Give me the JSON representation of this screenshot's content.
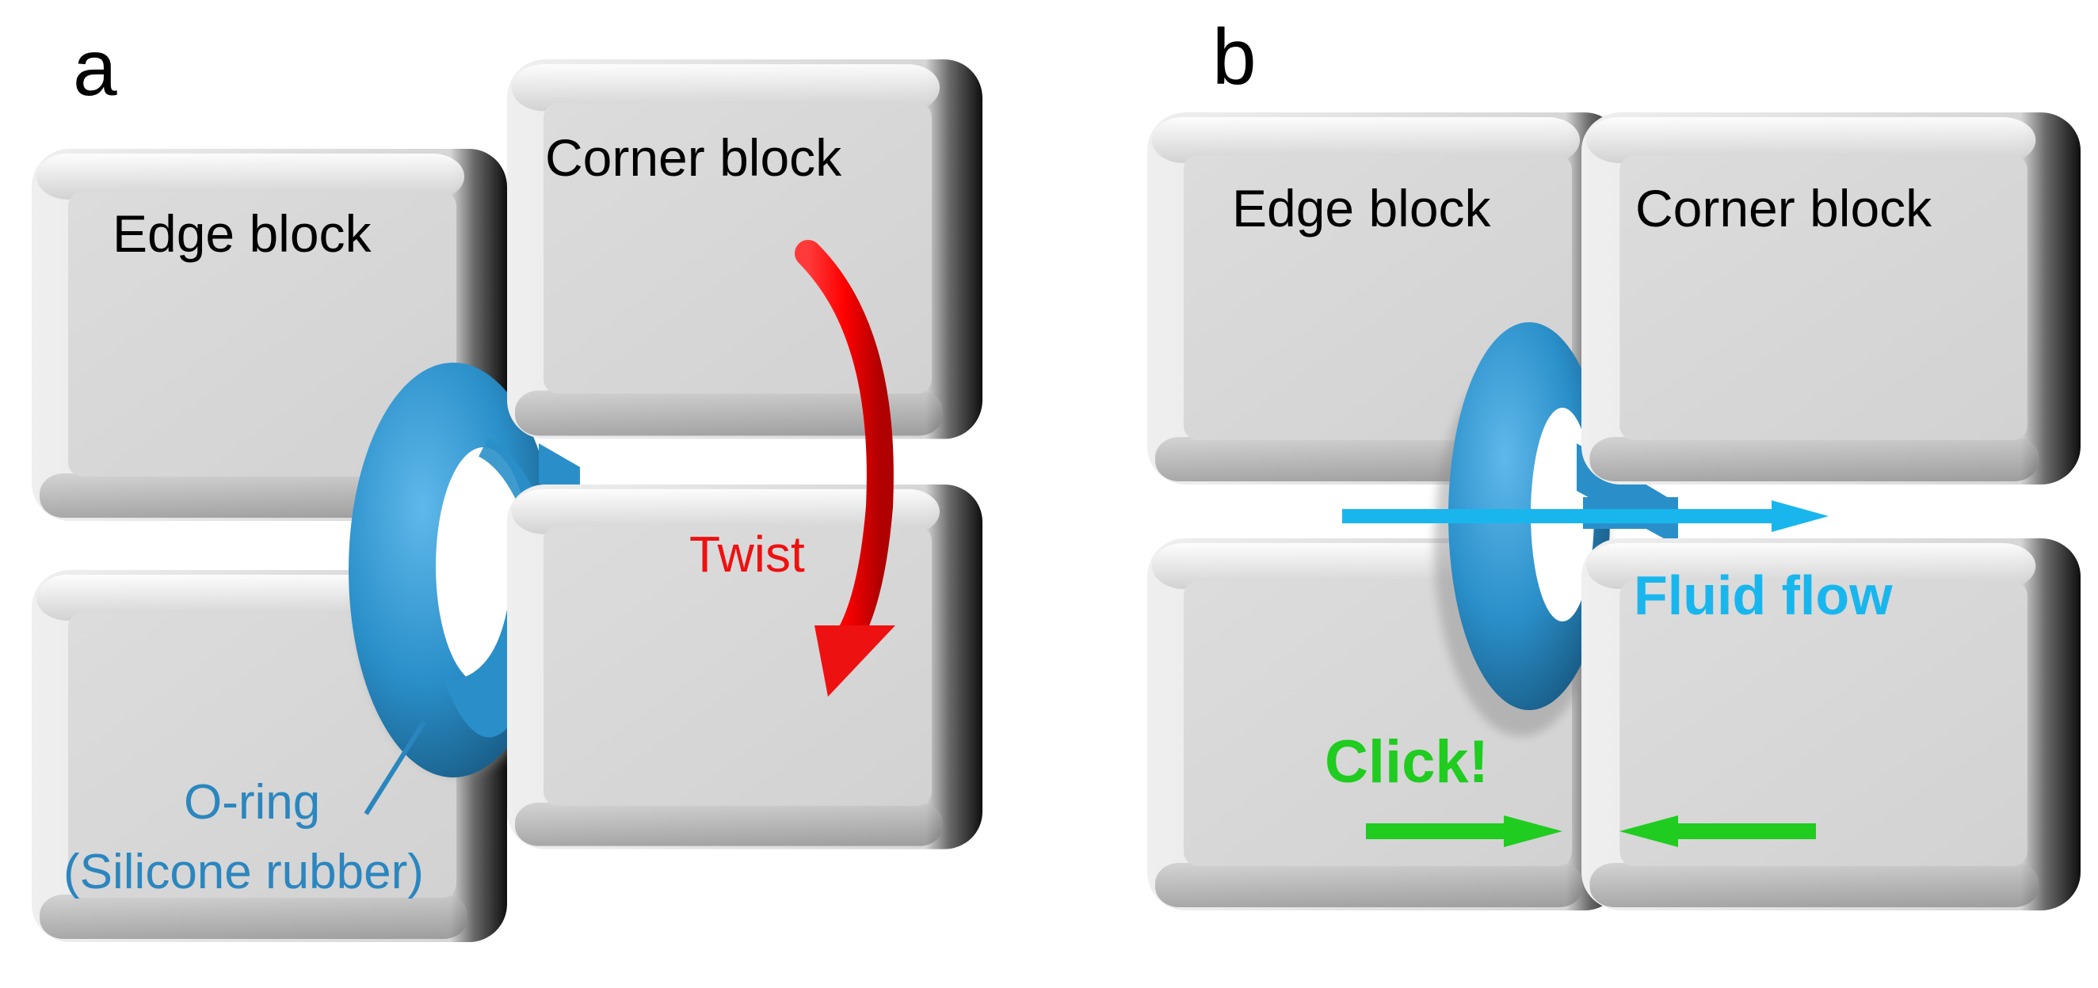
{
  "panels": {
    "a": {
      "letter": "a",
      "edge_block_label": "Edge block",
      "corner_block_label": "Corner block",
      "twist_label": "Twist",
      "oring_label": "O-ring",
      "oring_material_label": "(Silicone rubber)"
    },
    "b": {
      "letter": "b",
      "edge_block_label": "Edge block",
      "corner_block_label": "Corner block",
      "fluid_flow_label": "Fluid flow",
      "click_label": "Click!"
    }
  },
  "colors": {
    "block_face": "#d8d8d8",
    "block_shadow": "#111111",
    "oring": "#2a8fc9",
    "twist": "#ee1111",
    "fluid_flow": "#19b6ee",
    "click": "#1fcc1f",
    "oring_label": "#2b86bf"
  }
}
